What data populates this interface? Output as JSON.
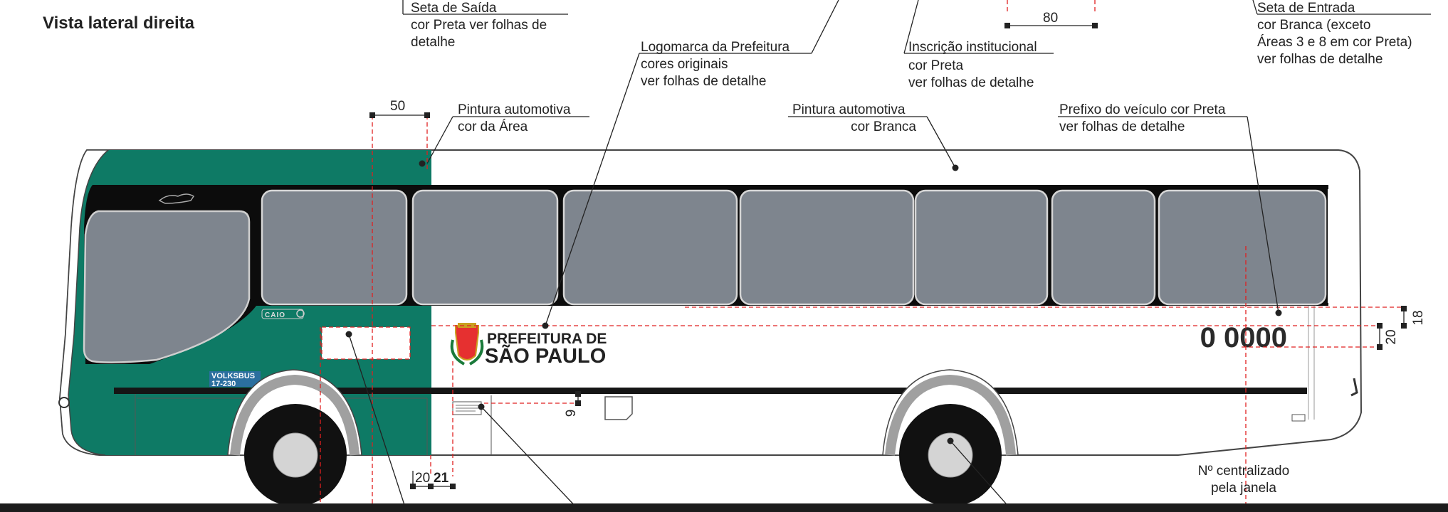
{
  "heading": "Vista lateral direita",
  "callouts": {
    "exit_arrow": [
      "Seta de Saída",
      "cor Preta ver folhas de",
      "detalhe"
    ],
    "city_logo": [
      "Logomarca da Prefeitura",
      "cores originais",
      "ver folhas de detalhe"
    ],
    "inscription": [
      "Inscrição institucional",
      "cor Preta",
      "ver folhas de detalhe"
    ],
    "entry_arrow": [
      "Seta de Entrada",
      "cor Branca (exceto",
      "Áreas 3 e 8 em cor Preta)",
      "ver folhas de detalhe"
    ],
    "paint_area": [
      "Pintura automotiva",
      "cor da Área"
    ],
    "paint_white": [
      "Pintura automotiva",
      "cor Branca"
    ],
    "prefix_label": [
      "Prefixo do veículo cor Preta",
      "ver folhas de detalhe"
    ],
    "number_centered": [
      "Nº centralizado",
      "pela janela"
    ]
  },
  "dimensions": {
    "d80": "80",
    "d50": "50",
    "d18": "18",
    "d20_right": "20",
    "d9": "9",
    "d20_bottom": "20",
    "d21": "21"
  },
  "bus": {
    "logo_line1": "PREFEITURA DE",
    "logo_line2": "SÃO PAULO",
    "prefix_number": "0 0000",
    "badge_line1": "VOLKSBUS",
    "badge_line2": "17-230",
    "caio_badge": "CAIO"
  },
  "colors": {
    "area_green": "#0e7a65",
    "window_gray": "#7e858e",
    "dimension_red": "#e02020",
    "ground": "#1c1c1c"
  }
}
